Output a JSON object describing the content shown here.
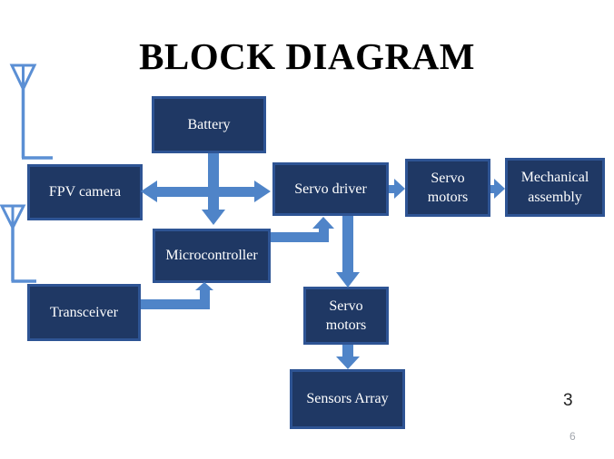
{
  "title": "BLOCK DIAGRAM",
  "page_number": "3",
  "page_number_small": "6",
  "colors": {
    "box_fill": "#1F3864",
    "box_border": "#2E5494",
    "arrow": "#4F84C8",
    "antenna": "#5B8FD4",
    "title_text": "#000000",
    "box_text": "#FFFFFF"
  },
  "icons": {
    "antenna_top": "antenna-icon",
    "antenna_bottom": "antenna-icon"
  },
  "diagram": {
    "nodes": [
      {
        "id": "battery",
        "label": "Battery"
      },
      {
        "id": "fpv-camera",
        "label": "FPV camera"
      },
      {
        "id": "servo-driver",
        "label": "Servo driver"
      },
      {
        "id": "servo-motors-right",
        "label": "Servo motors"
      },
      {
        "id": "mechanical-assembly",
        "label": "Mechanical assembly"
      },
      {
        "id": "microcontroller",
        "label": "Microcontroller"
      },
      {
        "id": "transceiver",
        "label": "Transceiver"
      },
      {
        "id": "servo-motors-bottom",
        "label": "Servo motors"
      },
      {
        "id": "sensors-array",
        "label": "Sensors Array"
      }
    ],
    "edges": [
      {
        "from": "Battery",
        "to": "Microcontroller",
        "style": "arrow-down"
      },
      {
        "from": "FPV camera",
        "to": "Servo driver",
        "style": "double-headed-horizontal"
      },
      {
        "from": "Servo driver",
        "to": "Servo motors",
        "style": "arrow-right"
      },
      {
        "from": "Servo motors",
        "to": "Mechanical assembly",
        "style": "arrow-right"
      },
      {
        "from": "Microcontroller",
        "to": "Servo driver",
        "style": "elbow-right-up"
      },
      {
        "from": "Servo driver",
        "to": "Servo motors (bottom)",
        "style": "arrow-down"
      },
      {
        "from": "Transceiver",
        "to": "Microcontroller",
        "style": "elbow-right-up"
      },
      {
        "from": "Servo motors (bottom)",
        "to": "Sensors Array",
        "style": "arrow-down"
      }
    ]
  }
}
